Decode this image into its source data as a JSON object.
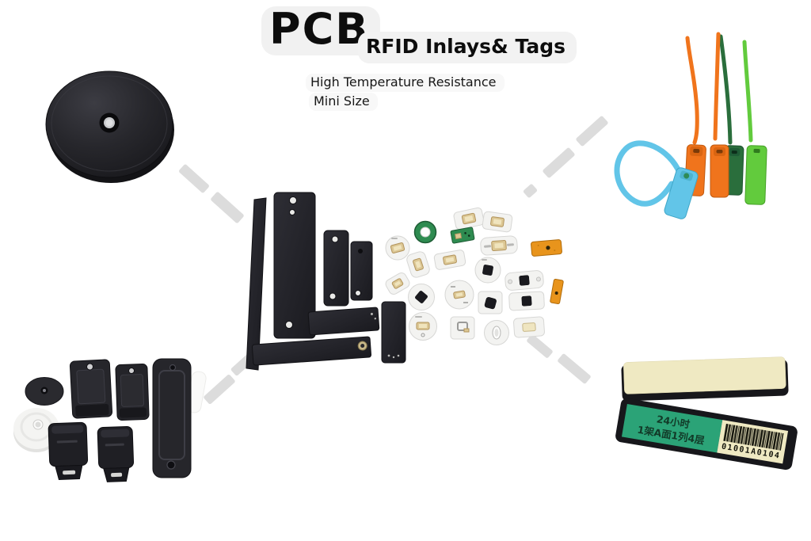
{
  "header": {
    "brand": "PCB",
    "title": "RFID Inlays& Tags",
    "subtitle_line1": "High Temperature Resistance",
    "subtitle_line2": "Mini Size"
  },
  "products": {
    "shelf_tag": {
      "line1": "24小时",
      "line2": "1架A面1列4层",
      "barcode_text": "01001A0104"
    }
  },
  "colors": {
    "text_black": "#0d0d0d",
    "highlight_gray": "#f1f1f1",
    "dash_gray": "#dcdcdc",
    "tag_black": "#232329",
    "tie_blue": "#62c5e8",
    "tie_orange": "#f0741c",
    "tie_dark_green": "#2a6e3c",
    "tie_light_green": "#62cb3d",
    "pcb_green": "#2e8b50",
    "chip_gold": "#dcc794",
    "amber": "#e8941c",
    "label_green": "#2ba377",
    "label_cream": "#efe9c2",
    "label_frame": "#17171b"
  }
}
